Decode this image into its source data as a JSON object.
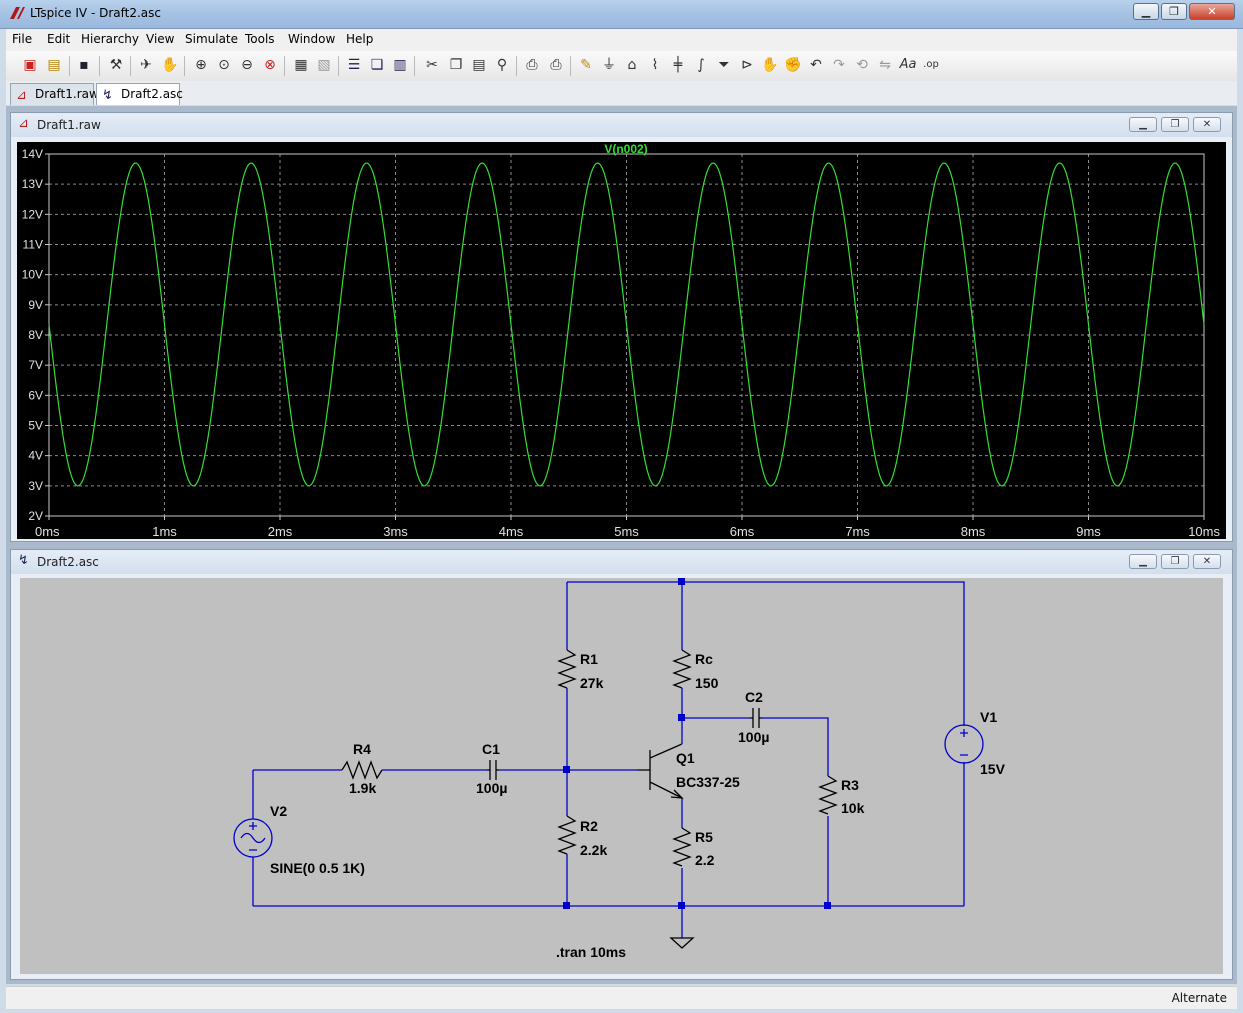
{
  "window": {
    "title": "LTspice IV - Draft2.asc"
  },
  "menu": [
    "File",
    "Edit",
    "Hierarchy",
    "View",
    "Simulate",
    "Tools",
    "Window",
    "Help"
  ],
  "toolbar_icons": [
    "new-schematic-icon",
    "open-icon",
    "save-icon",
    "control-panel-icon",
    "run-icon",
    "halt-icon",
    "zoom-in-icon",
    "zoom-fit-icon",
    "zoom-out-icon",
    "zoom-cancel-icon",
    "autorange-icon",
    "grid-icon",
    "tile-horizontal-icon",
    "cascade-icon",
    "tile-vertical-icon",
    "cut-icon",
    "copy-icon",
    "paste-icon",
    "find-icon",
    "print-preview-icon",
    "print-icon",
    "draw-wire-icon",
    "ground-icon",
    "label-net-icon",
    "resistor-icon",
    "capacitor-icon",
    "inductor-icon",
    "diode-icon",
    "component-icon",
    "move-icon",
    "drag-icon",
    "undo-icon",
    "redo-icon",
    "rotate-icon",
    "mirror-icon",
    "text-icon",
    "spice-directive-icon"
  ],
  "tabs": [
    {
      "label": "Draft1.raw",
      "icon": "waveform-icon"
    },
    {
      "label": "Draft2.asc",
      "icon": "schematic-icon"
    }
  ],
  "plot_window": {
    "title": "Draft1.raw"
  },
  "schematic_window": {
    "title": "Draft2.asc"
  },
  "chart_data": {
    "type": "line",
    "title": "V(n002)",
    "series": [
      {
        "name": "V(n002)",
        "color": "#33dd33",
        "offset": 8.35,
        "amplitude": 5.35,
        "frequency_hz": 1000,
        "phase_start": "falling"
      }
    ],
    "xlabel": "",
    "ylabel": "",
    "xlim": [
      0,
      10
    ],
    "ylim": [
      2,
      14
    ],
    "xticks": [
      "0ms",
      "1ms",
      "2ms",
      "3ms",
      "4ms",
      "5ms",
      "6ms",
      "7ms",
      "8ms",
      "9ms",
      "10ms"
    ],
    "yticks": [
      "14V",
      "13V",
      "12V",
      "11V",
      "10V",
      "9V",
      "8V",
      "7V",
      "6V",
      "5V",
      "4V",
      "3V",
      "2V"
    ],
    "grid": true
  },
  "schematic": {
    "components": [
      {
        "ref": "R4",
        "value": "1.9k"
      },
      {
        "ref": "C1",
        "value": "100µ"
      },
      {
        "ref": "R1",
        "value": "27k"
      },
      {
        "ref": "R2",
        "value": "2.2k"
      },
      {
        "ref": "Rc",
        "value": "150"
      },
      {
        "ref": "Q1",
        "value": "BC337-25"
      },
      {
        "ref": "R5",
        "value": "2.2"
      },
      {
        "ref": "C2",
        "value": "100µ"
      },
      {
        "ref": "R3",
        "value": "10k"
      },
      {
        "ref": "V1",
        "value": "15V"
      },
      {
        "ref": "V2",
        "value": "SINE(0 0.5 1K)"
      }
    ],
    "directive": ".tran 10ms"
  },
  "status": {
    "text": "Alternate"
  }
}
